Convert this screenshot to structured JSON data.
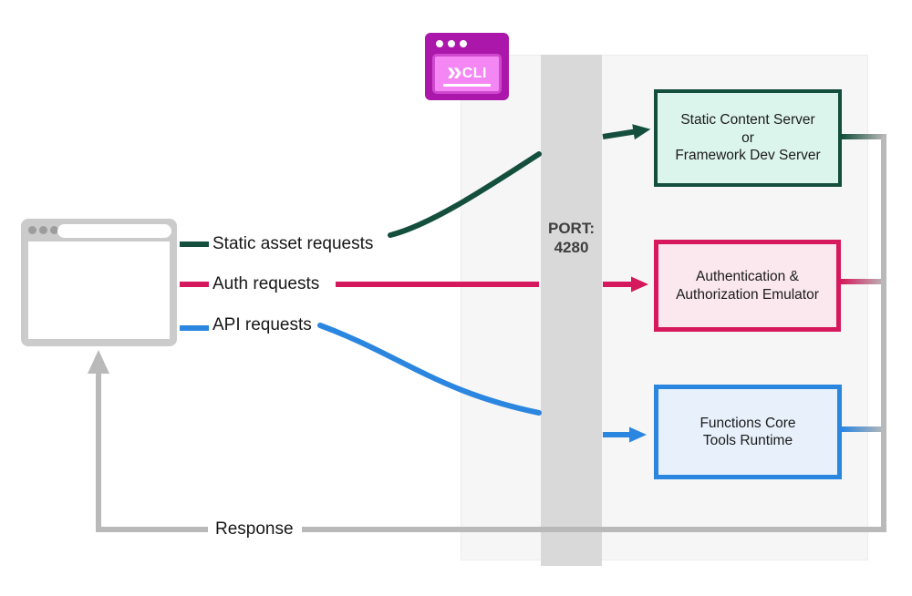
{
  "port_bar": {
    "line1": "PORT:",
    "line2": "4280"
  },
  "request_labels": {
    "static": "Static asset requests",
    "auth": "Auth requests",
    "api": "API requests",
    "response": "Response"
  },
  "boxes": {
    "static_server": {
      "lines": [
        "Static Content Server",
        "or",
        "Framework Dev Server"
      ]
    },
    "auth_emulator": {
      "lines": [
        "Authentication &",
        "Authorization Emulator"
      ]
    },
    "functions_runtime": {
      "lines": [
        "Functions Core",
        "Tools Runtime"
      ]
    }
  },
  "cli_icon": {
    "label": "CLI",
    "chevron_glyph": "»"
  },
  "icons": {
    "browser": "browser-window-icon",
    "cli": "cli-terminal-window-icon"
  },
  "colors": {
    "green": "#134f3c",
    "pink": "#d5195c",
    "blue": "#2b86e0",
    "gray": "#b9b9b9",
    "magenta": "#ab17ab",
    "magenta_mid": "#cf49cf",
    "magenta_light": "#f487f4",
    "mint": "#dcf5ec",
    "rose": "#fbe8ef",
    "sky": "#e7f0fb"
  }
}
